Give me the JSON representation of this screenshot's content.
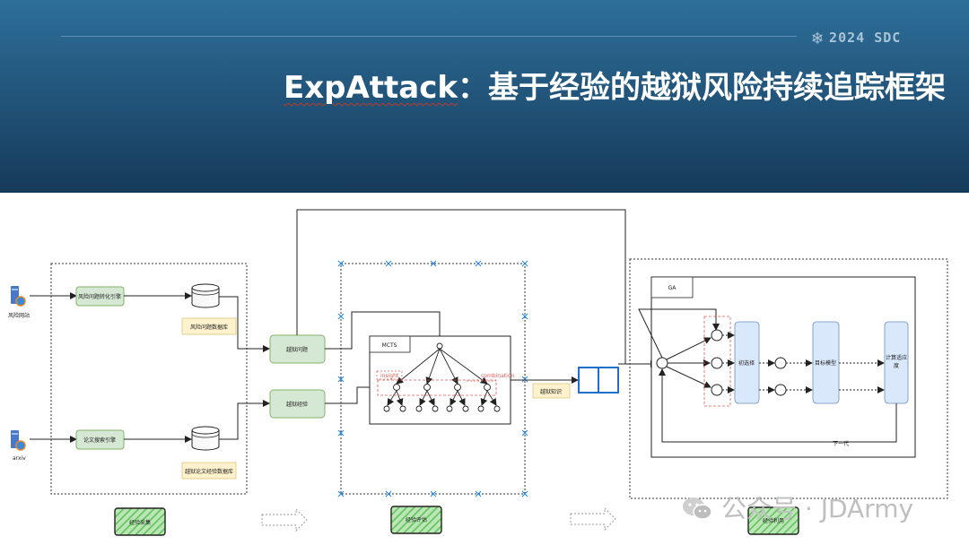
{
  "slide": {
    "brand": "2024 SDC",
    "title_exp": "ExpAttack",
    "title_rest": "：基于经验的越狱风险持续追踪框架"
  },
  "diagram": {
    "sources": [
      {
        "label": "风险网站"
      },
      {
        "label": "arxiv"
      }
    ],
    "engines": [
      "风险问题转化引擎",
      "论文搜索引擎"
    ],
    "databases": [
      "风险问题数据库",
      "越狱论文经验数据库"
    ],
    "jailbreak_nodes": [
      "越狱问题",
      "越狱经验"
    ],
    "mcts": {
      "label": "MCTS",
      "insight": "insight",
      "combination": "combination"
    },
    "knowledge": "越狱知识",
    "ga": {
      "label": "GA",
      "select": "初选择",
      "target": "目标模型",
      "fitness": "计算适应度",
      "next_gen": "下一代"
    },
    "stages": [
      "经验采集",
      "经验评估",
      "经验利用"
    ]
  },
  "watermark": "公众号 · JDArmy",
  "colors": {
    "header_top": "#2d6f99",
    "header_bottom": "#163a5a",
    "green_box": "#d5e8d4",
    "yellow_box": "#fff2cc",
    "blue_box": "#dae8fc",
    "red_dash": "#e05a5a"
  }
}
